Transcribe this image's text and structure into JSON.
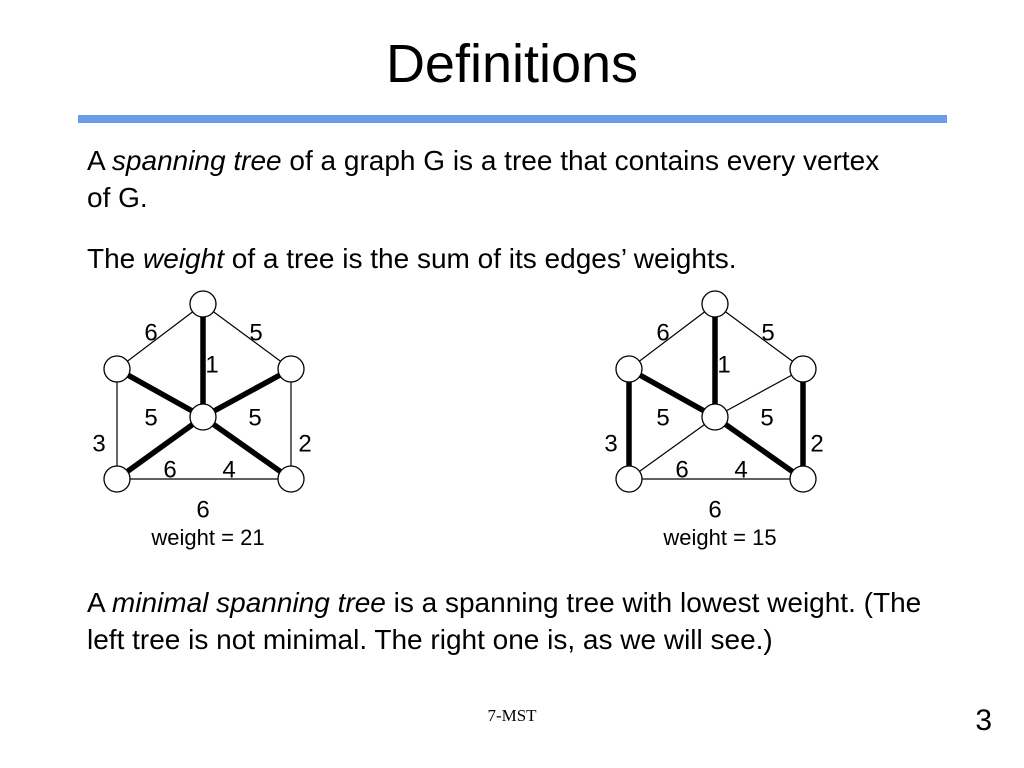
{
  "slide": {
    "title": "Definitions",
    "footer": "7-MST",
    "page_number": "3",
    "accent_color": "#6b9cea"
  },
  "paragraphs": {
    "p1": {
      "pre": "A ",
      "em": "spanning tree",
      "post": " of a graph G is a tree that contains every vertex of G."
    },
    "p2": {
      "pre": "The ",
      "em": "weight",
      "post": " of a tree is the sum of its edges’ weights."
    },
    "p3": {
      "pre": "A ",
      "em": "minimal spanning tree",
      "post": " is a spanning tree with lowest weight. (The left tree is not minimal. The right one is, as we will see.)"
    }
  },
  "graphs": [
    {
      "caption": "weight = 21",
      "edges": [
        {
          "id": "top-left",
          "weight": "6",
          "in_tree": false
        },
        {
          "id": "top-right",
          "weight": "5",
          "in_tree": false
        },
        {
          "id": "top-center",
          "weight": "1",
          "in_tree": true
        },
        {
          "id": "left-center",
          "weight": "5",
          "in_tree": true
        },
        {
          "id": "right-center",
          "weight": "5",
          "in_tree": true
        },
        {
          "id": "left-bottomleft",
          "weight": "3",
          "in_tree": false
        },
        {
          "id": "right-bottomright",
          "weight": "2",
          "in_tree": false
        },
        {
          "id": "bottomleft-center",
          "weight": "6",
          "in_tree": true
        },
        {
          "id": "bottomright-center",
          "weight": "4",
          "in_tree": true
        },
        {
          "id": "bottomleft-bottomright",
          "weight": "6",
          "in_tree": false
        }
      ]
    },
    {
      "caption": "weight = 15",
      "edges": [
        {
          "id": "top-left",
          "weight": "6",
          "in_tree": false
        },
        {
          "id": "top-right",
          "weight": "5",
          "in_tree": false
        },
        {
          "id": "top-center",
          "weight": "1",
          "in_tree": true
        },
        {
          "id": "left-center",
          "weight": "5",
          "in_tree": true
        },
        {
          "id": "right-center",
          "weight": "5",
          "in_tree": false
        },
        {
          "id": "left-bottomleft",
          "weight": "3",
          "in_tree": true
        },
        {
          "id": "right-bottomright",
          "weight": "2",
          "in_tree": true
        },
        {
          "id": "bottomleft-center",
          "weight": "6",
          "in_tree": false
        },
        {
          "id": "bottomright-center",
          "weight": "4",
          "in_tree": true
        },
        {
          "id": "bottomleft-bottomright",
          "weight": "6",
          "in_tree": false
        }
      ]
    }
  ]
}
